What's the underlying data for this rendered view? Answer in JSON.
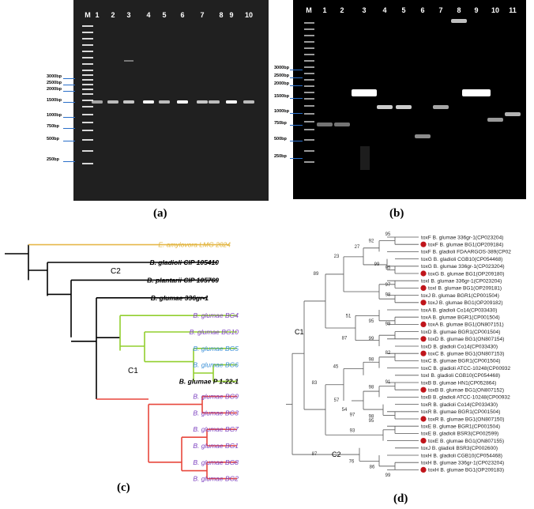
{
  "panel_a": {
    "label": "(a)",
    "lane_labels": [
      "M",
      "1",
      "2",
      "3",
      "4",
      "5",
      "6",
      "7",
      "8",
      "9",
      "10"
    ],
    "marker_labels": [
      "3000bp",
      "2500bp",
      "2000bp",
      "1500bp",
      "1000bp",
      "750bp",
      "500bp",
      "250bp"
    ]
  },
  "panel_b": {
    "label": "(b)",
    "lane_labels": [
      "M",
      "1",
      "2",
      "3",
      "4",
      "5",
      "6",
      "7",
      "8",
      "9",
      "10",
      "11"
    ],
    "marker_labels": [
      "3000bp",
      "2500bp",
      "2000bp",
      "1500bp",
      "1000bp",
      "750bp",
      "500bp",
      "250bp"
    ]
  },
  "panel_c": {
    "label": "(c)",
    "taxa": [
      {
        "name": "E. amylovora LMG 2024",
        "color": "#e0b43c"
      },
      {
        "name": "B. gladioli CIP 105410",
        "color": "#000000"
      },
      {
        "name": "B. plantarii CIP 105769",
        "color": "#000000"
      },
      {
        "name": "B. glumae 336gr-1",
        "color": "#000000"
      },
      {
        "name": "B. glumae BG4",
        "color": "#7b3fbf"
      },
      {
        "name": "B. glumae BG10",
        "color": "#7b3fbf"
      },
      {
        "name": "B. glumae BG5",
        "color": "#3a8fd6"
      },
      {
        "name": "B. glumae BG6",
        "color": "#3a8fd6"
      },
      {
        "name": "B. glumae P 1-22-1",
        "color": "#000000"
      },
      {
        "name": "B. glumae BG9",
        "color": "#7b3fbf"
      },
      {
        "name": "B. glumae BG3",
        "color": "#7b3fbf"
      },
      {
        "name": "B. glumae BG7",
        "color": "#7b3fbf"
      },
      {
        "name": "B. glumae BG1",
        "color": "#7b3fbf"
      },
      {
        "name": "B. glumae BG8",
        "color": "#7b3fbf"
      },
      {
        "name": "B. glumae BG2",
        "color": "#7b3fbf"
      }
    ],
    "clade_labels": [
      "C2",
      "C1"
    ]
  },
  "panel_d": {
    "label": "(d)",
    "leaves": [
      {
        "name": "toxF B. glumae 336gr-1(CP023204)",
        "dot": false
      },
      {
        "name": "toxF B. glumae BG1(OP209184)",
        "dot": true
      },
      {
        "name": "toxF B. gladioli FDAARGOS-389(CP02",
        "dot": false
      },
      {
        "name": "toxG B. gladioli CGB10(CP054468)",
        "dot": false
      },
      {
        "name": "toxG B. glumae 336gr-1(CP023204)",
        "dot": false
      },
      {
        "name": "toxG B. glumae BG1(OP209180)",
        "dot": true
      },
      {
        "name": "toxI B. glumae 336gr-1(CP023204)",
        "dot": false
      },
      {
        "name": "toxI B. glumae BG1(OP209181)",
        "dot": true
      },
      {
        "name": "toxJ B. glumae BGR1(CP001504)",
        "dot": false
      },
      {
        "name": "toxJ B. glumae BG1(OP209182)",
        "dot": true
      },
      {
        "name": "toxA B. gladioli Co14(CP033430)",
        "dot": false
      },
      {
        "name": "toxA B. glumae BGR1(CP001504)",
        "dot": false
      },
      {
        "name": "toxA B. glumae BG1(ON807151)",
        "dot": true
      },
      {
        "name": "toxD B. glumae BGR1(CP001504)",
        "dot": false
      },
      {
        "name": "toxD B. glumae BG1(ON807154)",
        "dot": true
      },
      {
        "name": "toxD B. gladioli Co14(CP033430)",
        "dot": false
      },
      {
        "name": "toxC B. glumae BG1(ON807153)",
        "dot": true
      },
      {
        "name": "toxC B. glumae BGR1(CP001504)",
        "dot": false
      },
      {
        "name": "toxC B. gladioli ATCC-10248(CP00932",
        "dot": false
      },
      {
        "name": "toxI B. gladioli CGB10(CP054468)",
        "dot": false
      },
      {
        "name": "toxB B. glumae HN1(CP052864)",
        "dot": false
      },
      {
        "name": "toxB B. glumae BG1(ON807152)",
        "dot": true
      },
      {
        "name": "toxB B. gladioli ATCC-10248(CP00932",
        "dot": false
      },
      {
        "name": "toxR B. gladioli Co14(CP033430)",
        "dot": false
      },
      {
        "name": "toxR B. glumae BGR1(CP001504)",
        "dot": false
      },
      {
        "name": "toxR B. glumae BG1(ON807150)",
        "dot": true
      },
      {
        "name": "toxE B. glumae BGR1(CP001504)",
        "dot": false
      },
      {
        "name": "toxE B. gladioli BSR3(CP002599)",
        "dot": false
      },
      {
        "name": "toxE B. glumae BG1(ON807155)",
        "dot": true
      },
      {
        "name": "toxJ B. gladioli BSR3(CP002600)",
        "dot": false
      },
      {
        "name": "toxH B. gladioli CGB10(CP054468)",
        "dot": false
      },
      {
        "name": "toxH B. glumae 336gr-1(CP023204)",
        "dot": false
      },
      {
        "name": "toxH B. glumae BG1(OP209183)",
        "dot": true
      }
    ],
    "bootstrap": [
      "95",
      "92",
      "27",
      "99",
      "95",
      "23",
      "97",
      "98",
      "89",
      "51",
      "95",
      "99",
      "87",
      "99",
      "82",
      "98",
      "45",
      "83",
      "91",
      "98",
      "57",
      "54",
      "97",
      "98",
      "95",
      "93",
      "87",
      "76",
      "86",
      "99"
    ],
    "clade_labels": [
      "C1",
      "C2"
    ]
  }
}
